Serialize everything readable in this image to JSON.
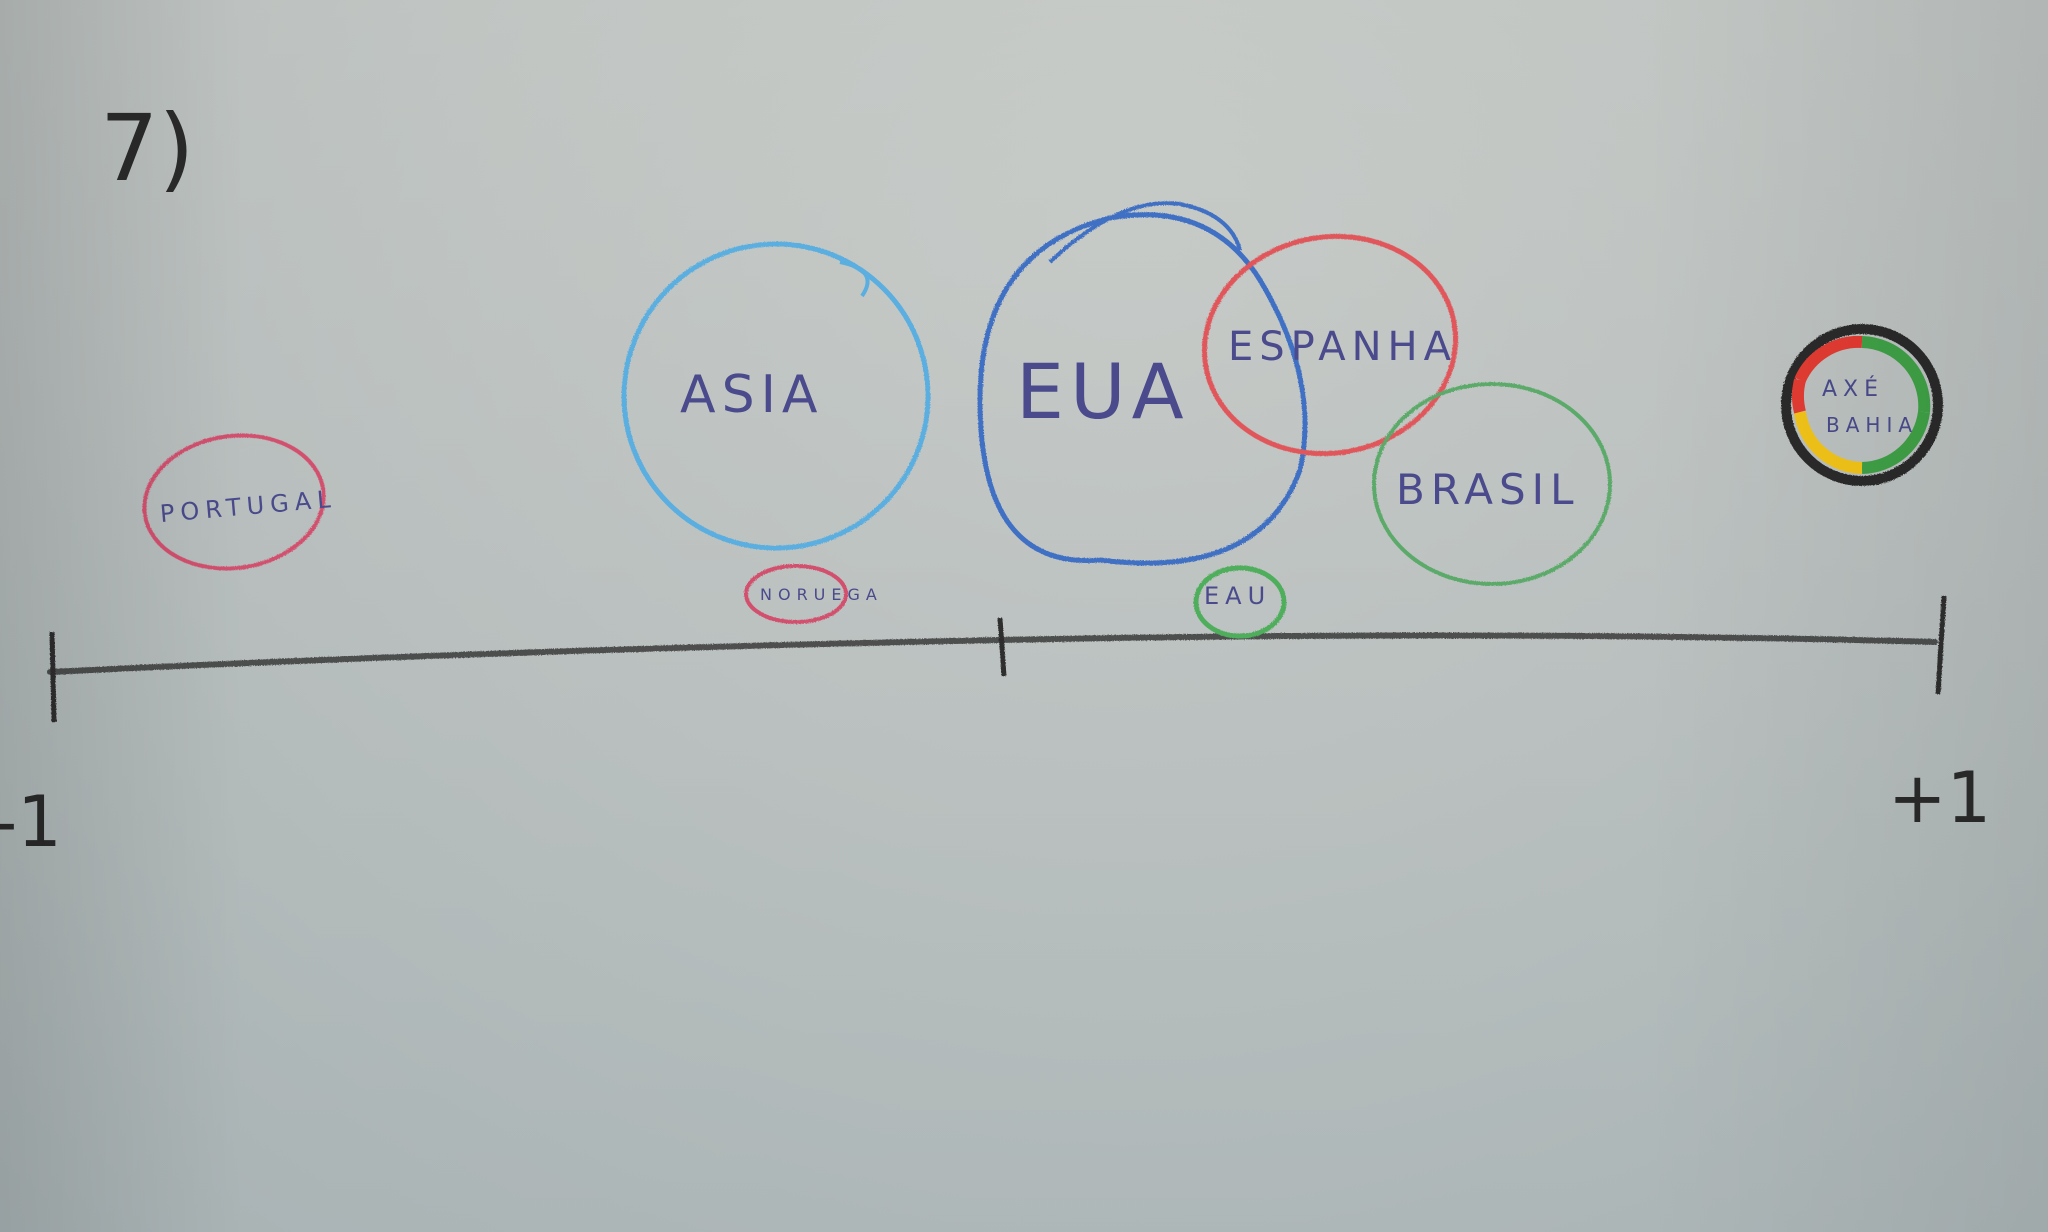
{
  "question_number": "7)",
  "scale": {
    "left_label": "-1",
    "right_label": "+1"
  },
  "bubbles": [
    {
      "id": "portugal",
      "label": "PORTUGAL",
      "color": "#d2506e"
    },
    {
      "id": "asia",
      "label": "ASIA",
      "color": "#5aaee0"
    },
    {
      "id": "noruega",
      "label": "NORUEGA",
      "color": "#d2506e"
    },
    {
      "id": "eua",
      "label": "EUA",
      "color": "#3f6fc4"
    },
    {
      "id": "espanha",
      "label": "ESPANHA",
      "color": "#e0565a"
    },
    {
      "id": "eau",
      "label": "EAU",
      "color": "#4fae5c"
    },
    {
      "id": "brasil",
      "label": "BRASIL",
      "color": "#5caa6a"
    },
    {
      "id": "axe-bahia",
      "label_line1": "AXÉ",
      "label_line2": "BAHIA",
      "ring_colors": [
        "#2b2b2b",
        "#e23b32",
        "#f2c418",
        "#3fa046"
      ]
    }
  ],
  "line_color": "#3a3a3a",
  "ink_color": "#4a4a8c"
}
